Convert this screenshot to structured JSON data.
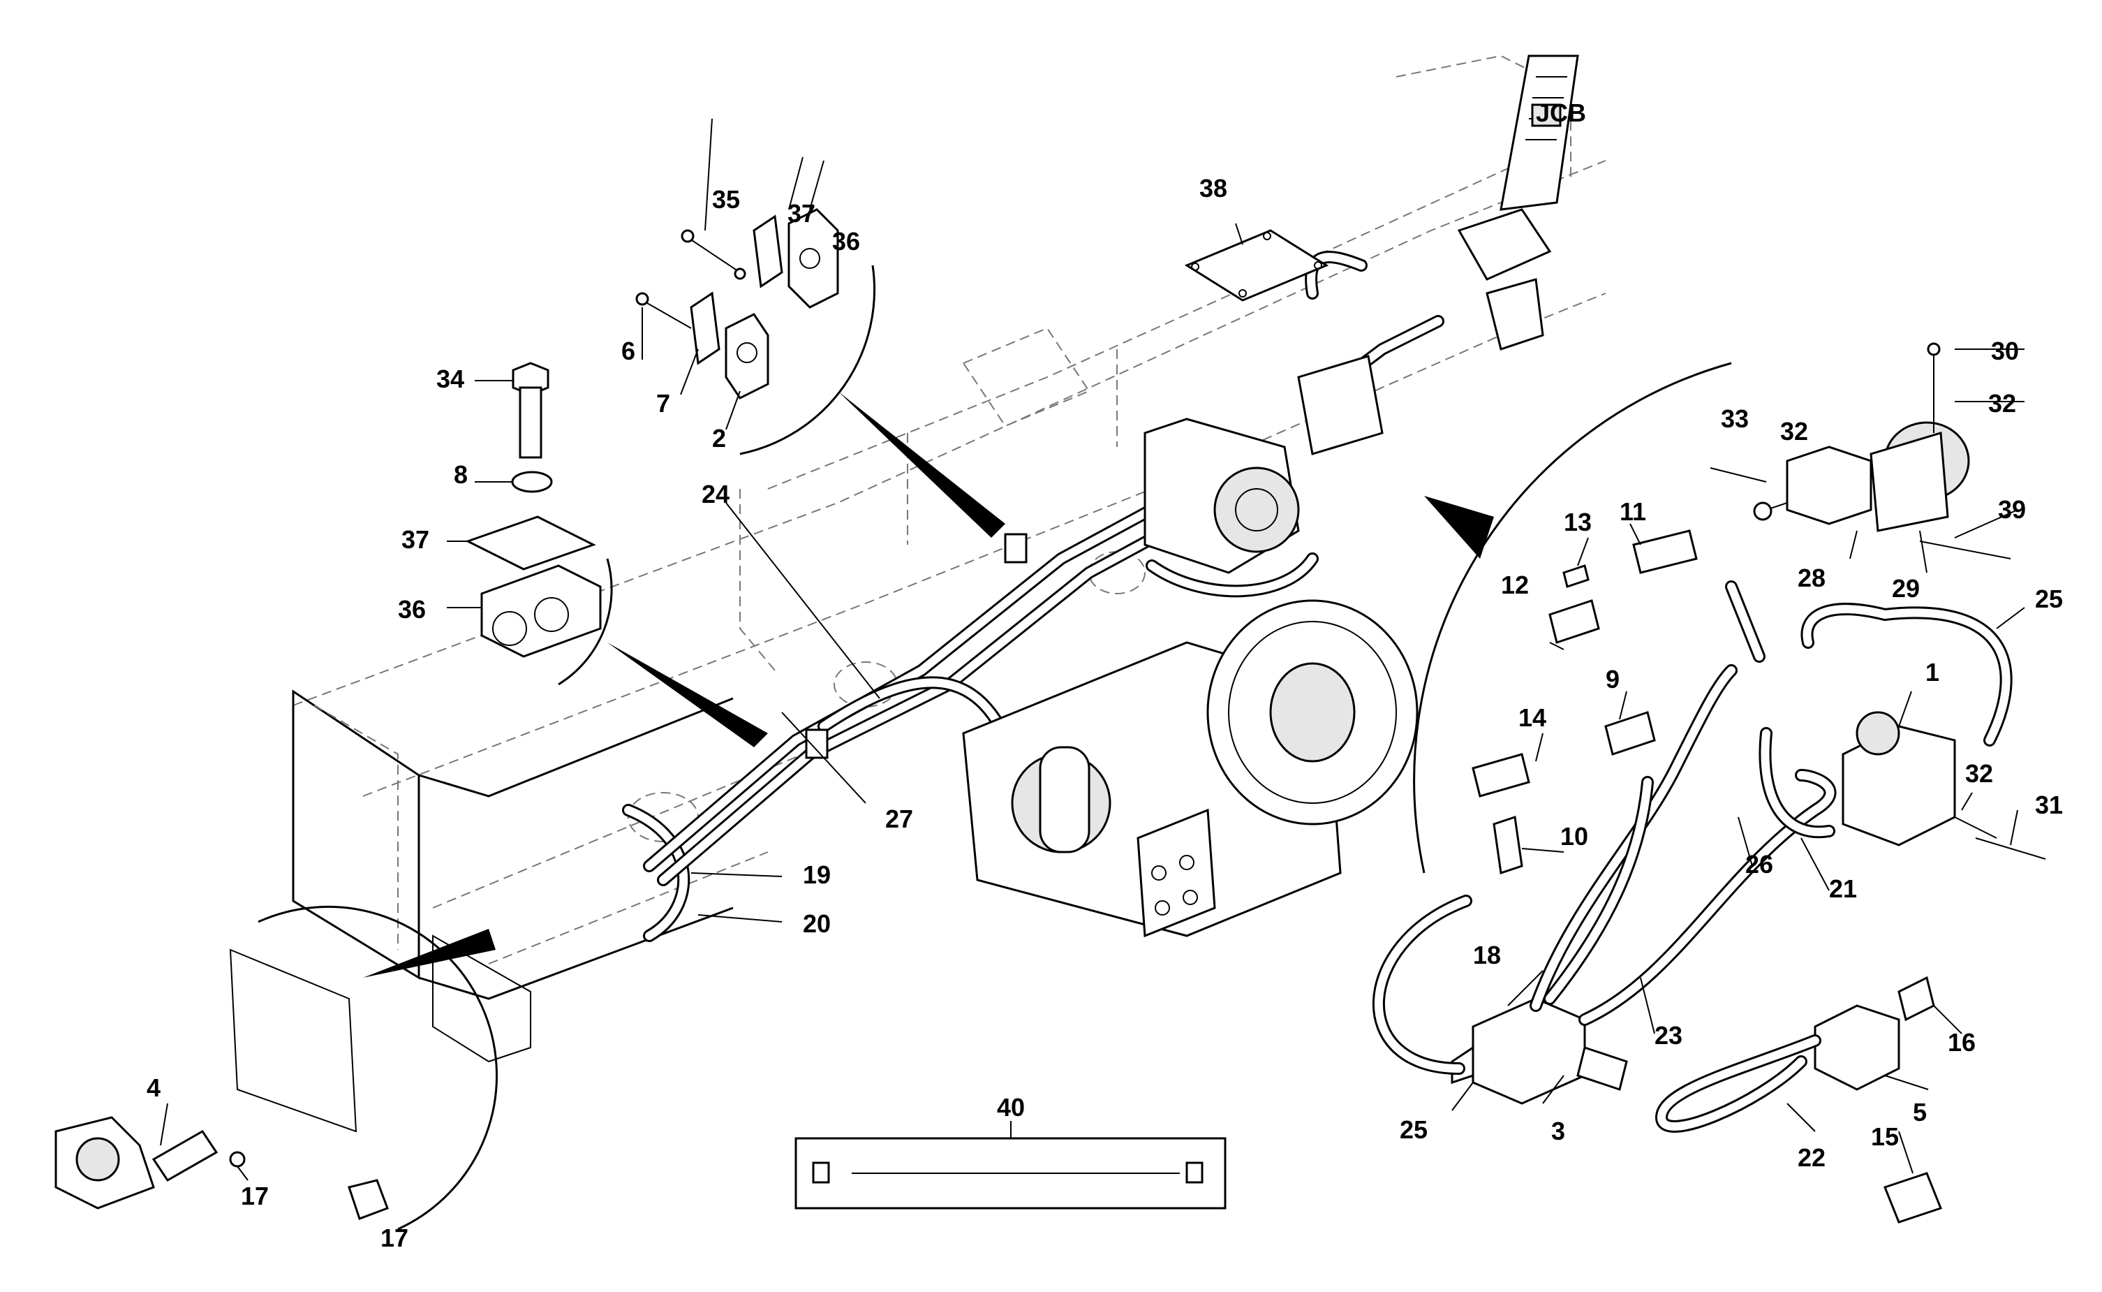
{
  "part_labels": {
    "p1": "1",
    "p2": "2",
    "p3": "3",
    "p4": "4",
    "p5": "5",
    "p6": "6",
    "p7": "7",
    "p8": "8",
    "p9": "9",
    "p10": "10",
    "p11": "11",
    "p12": "12",
    "p13": "13",
    "p14": "14",
    "p15": "15",
    "p16": "16",
    "p17a": "17",
    "p17b": "17",
    "p18": "18",
    "p19": "19",
    "p20": "20",
    "p21": "21",
    "p22": "22",
    "p23": "23",
    "p24": "24",
    "p25a": "25",
    "p25b": "25",
    "p26": "26",
    "p27": "27",
    "p28": "28",
    "p29": "29",
    "p30": "30",
    "p31": "31",
    "p32a": "32",
    "p32b": "32",
    "p32c": "32",
    "p33": "33",
    "p34": "34",
    "p35": "35",
    "p36a": "36",
    "p36b": "36",
    "p37a": "37",
    "p37b": "37",
    "p38": "38",
    "p39": "39",
    "p40": "40"
  },
  "pedal_logo": "JCB"
}
